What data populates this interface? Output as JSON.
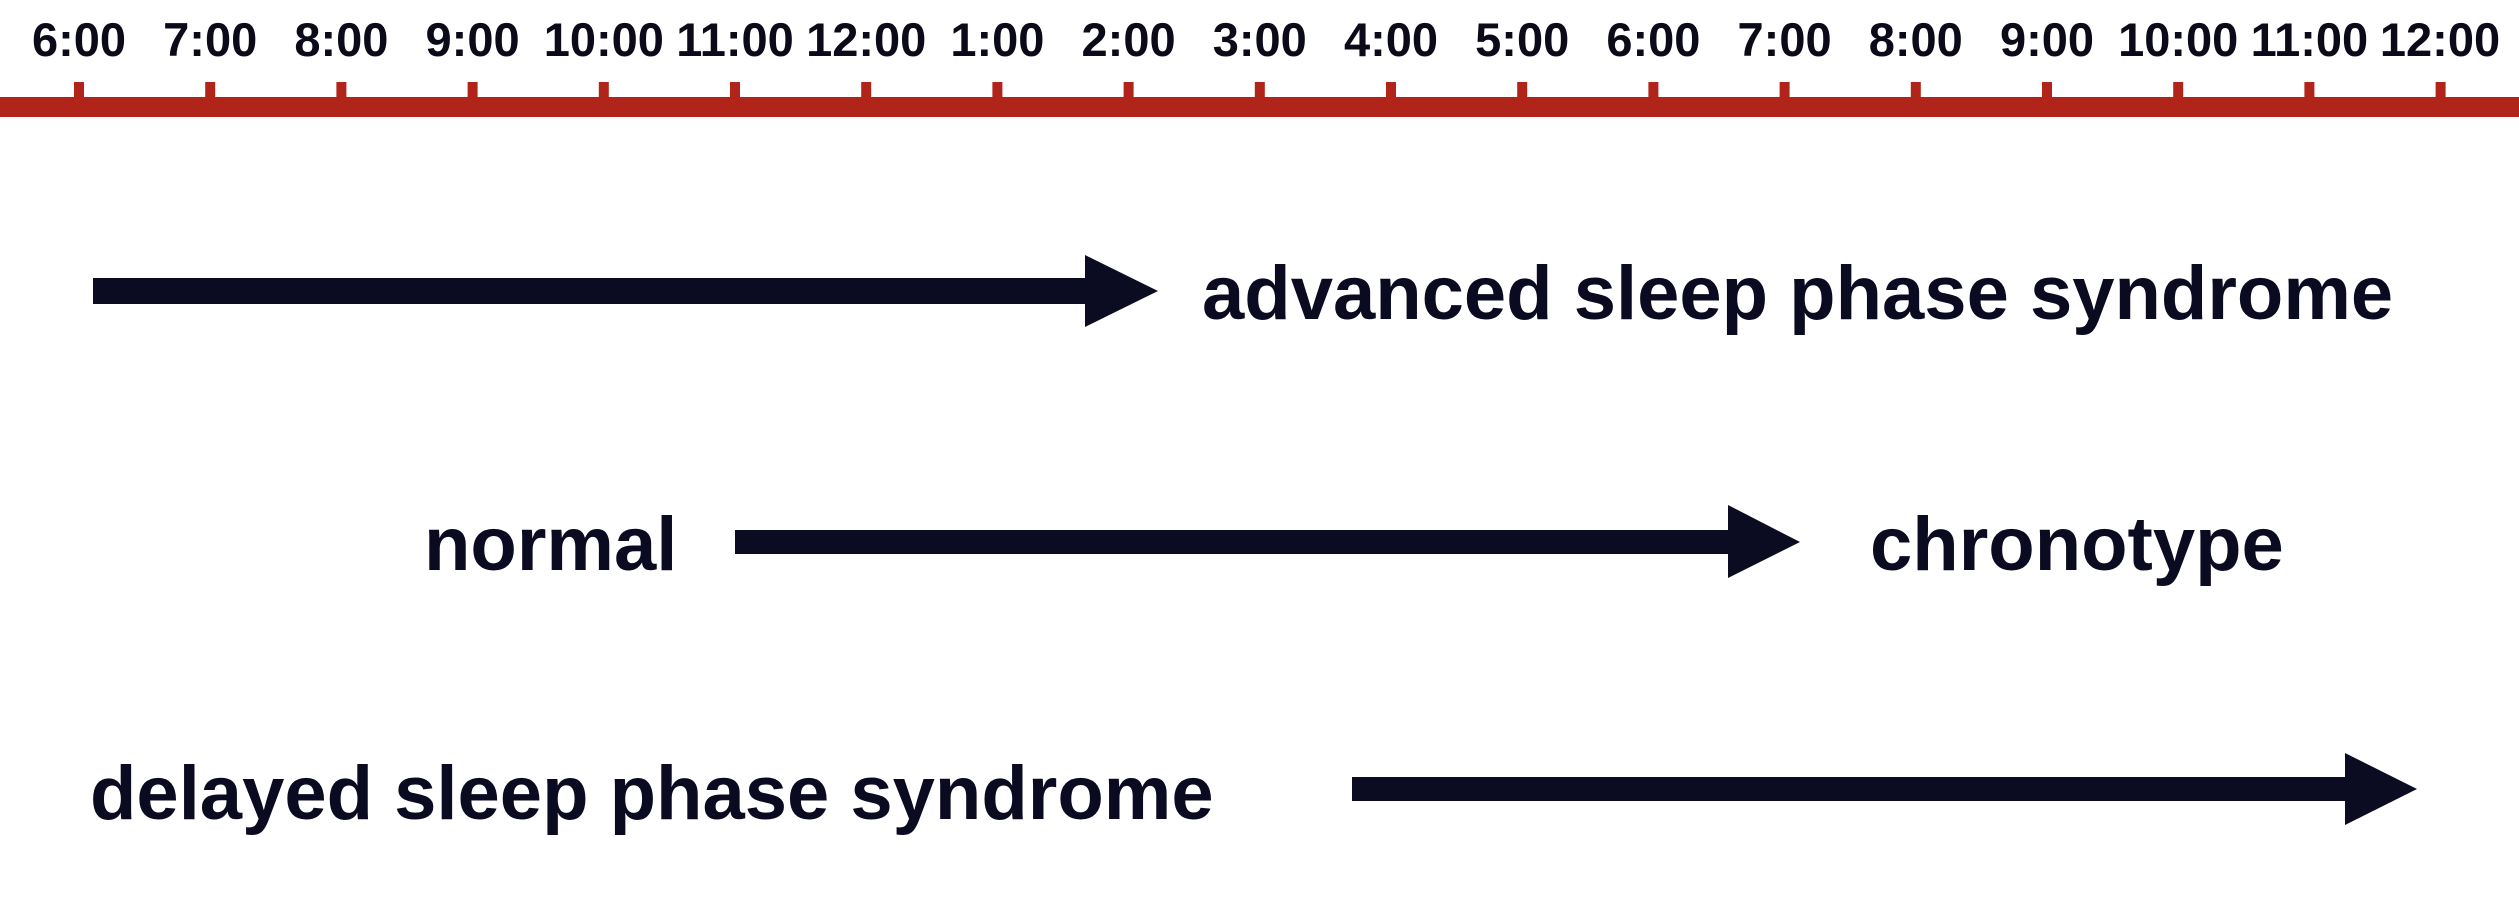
{
  "timeline": {
    "tick_labels": [
      "6:00",
      "7:00",
      "8:00",
      "9:00",
      "10:00",
      "11:00",
      "12:00",
      "1:00",
      "2:00",
      "3:00",
      "4:00",
      "5:00",
      "6:00",
      "7:00",
      "8:00",
      "9:00",
      "10:00",
      "11:00",
      "12:00"
    ]
  },
  "rows": [
    {
      "id": "advanced",
      "label": "advanced sleep phase syndrome"
    },
    {
      "id": "normal",
      "label_left": "normal",
      "label_right": "chronotype"
    },
    {
      "id": "delayed",
      "label": "delayed sleep phase syndrome"
    }
  ],
  "colors": {
    "axis": "#b0241a",
    "arrow": "#0b0b22",
    "text": "#0a0a18",
    "background": "#ffffff"
  }
}
